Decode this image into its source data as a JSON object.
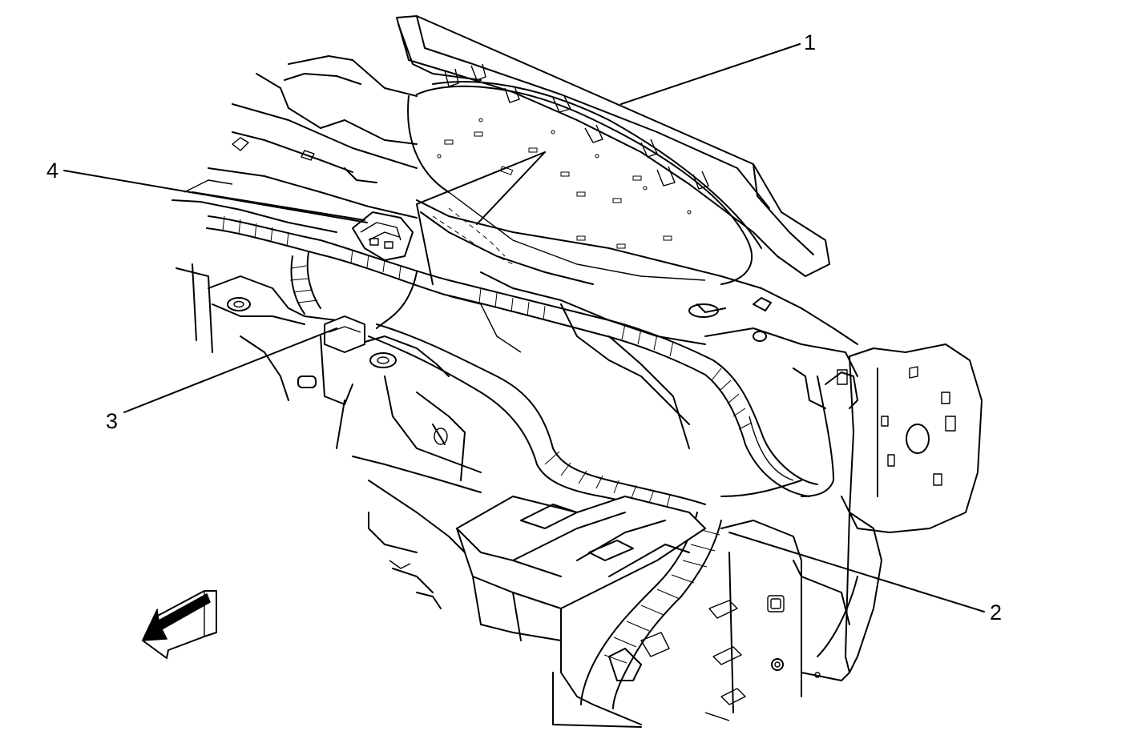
{
  "callouts": {
    "c1": "1",
    "c2": "2",
    "c3": "3",
    "c4": "4"
  },
  "colors": {
    "line": "#000000",
    "background": "#ffffff"
  },
  "icons": {
    "direction_arrow": "forward-arrow-icon"
  }
}
